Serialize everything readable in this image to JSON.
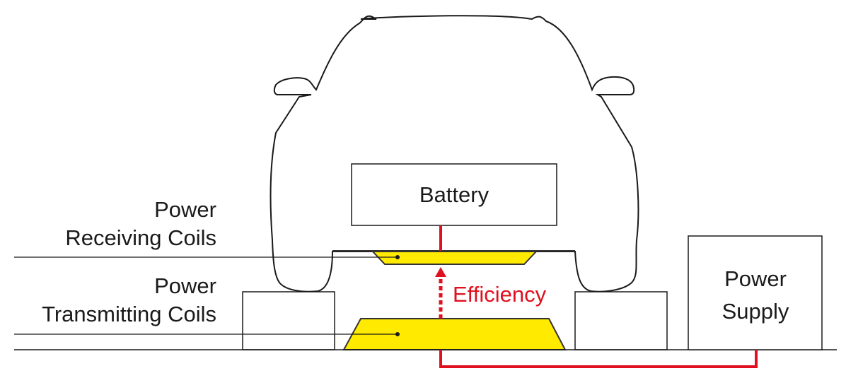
{
  "diagram": {
    "title": "Wireless Power Transfer for Electric Vehicle",
    "colors": {
      "coil": "#ffea00",
      "accent": "#e0101e",
      "line": "#1a1a1a"
    },
    "labels": {
      "receiving_line1": "Power",
      "receiving_line2": "Receiving Coils",
      "transmitting_line1": "Power",
      "transmitting_line2": "Transmitting Coils",
      "battery": "Battery",
      "efficiency": "Efficiency",
      "supply_line1": "Power",
      "supply_line2": "Supply"
    },
    "components": [
      {
        "id": "car",
        "label": "Vehicle outline"
      },
      {
        "id": "battery",
        "label": "Battery"
      },
      {
        "id": "receiving-coil",
        "label": "Power Receiving Coils"
      },
      {
        "id": "transmitting-coil",
        "label": "Power Transmitting Coils"
      },
      {
        "id": "power-supply",
        "label": "Power Supply"
      }
    ],
    "connections": [
      {
        "from": "receiving-coil",
        "to": "battery",
        "style": "solid"
      },
      {
        "from": "transmitting-coil",
        "to": "receiving-coil",
        "style": "dashed-arrow",
        "label": "Efficiency"
      },
      {
        "from": "power-supply",
        "to": "transmitting-coil",
        "style": "solid"
      }
    ]
  }
}
